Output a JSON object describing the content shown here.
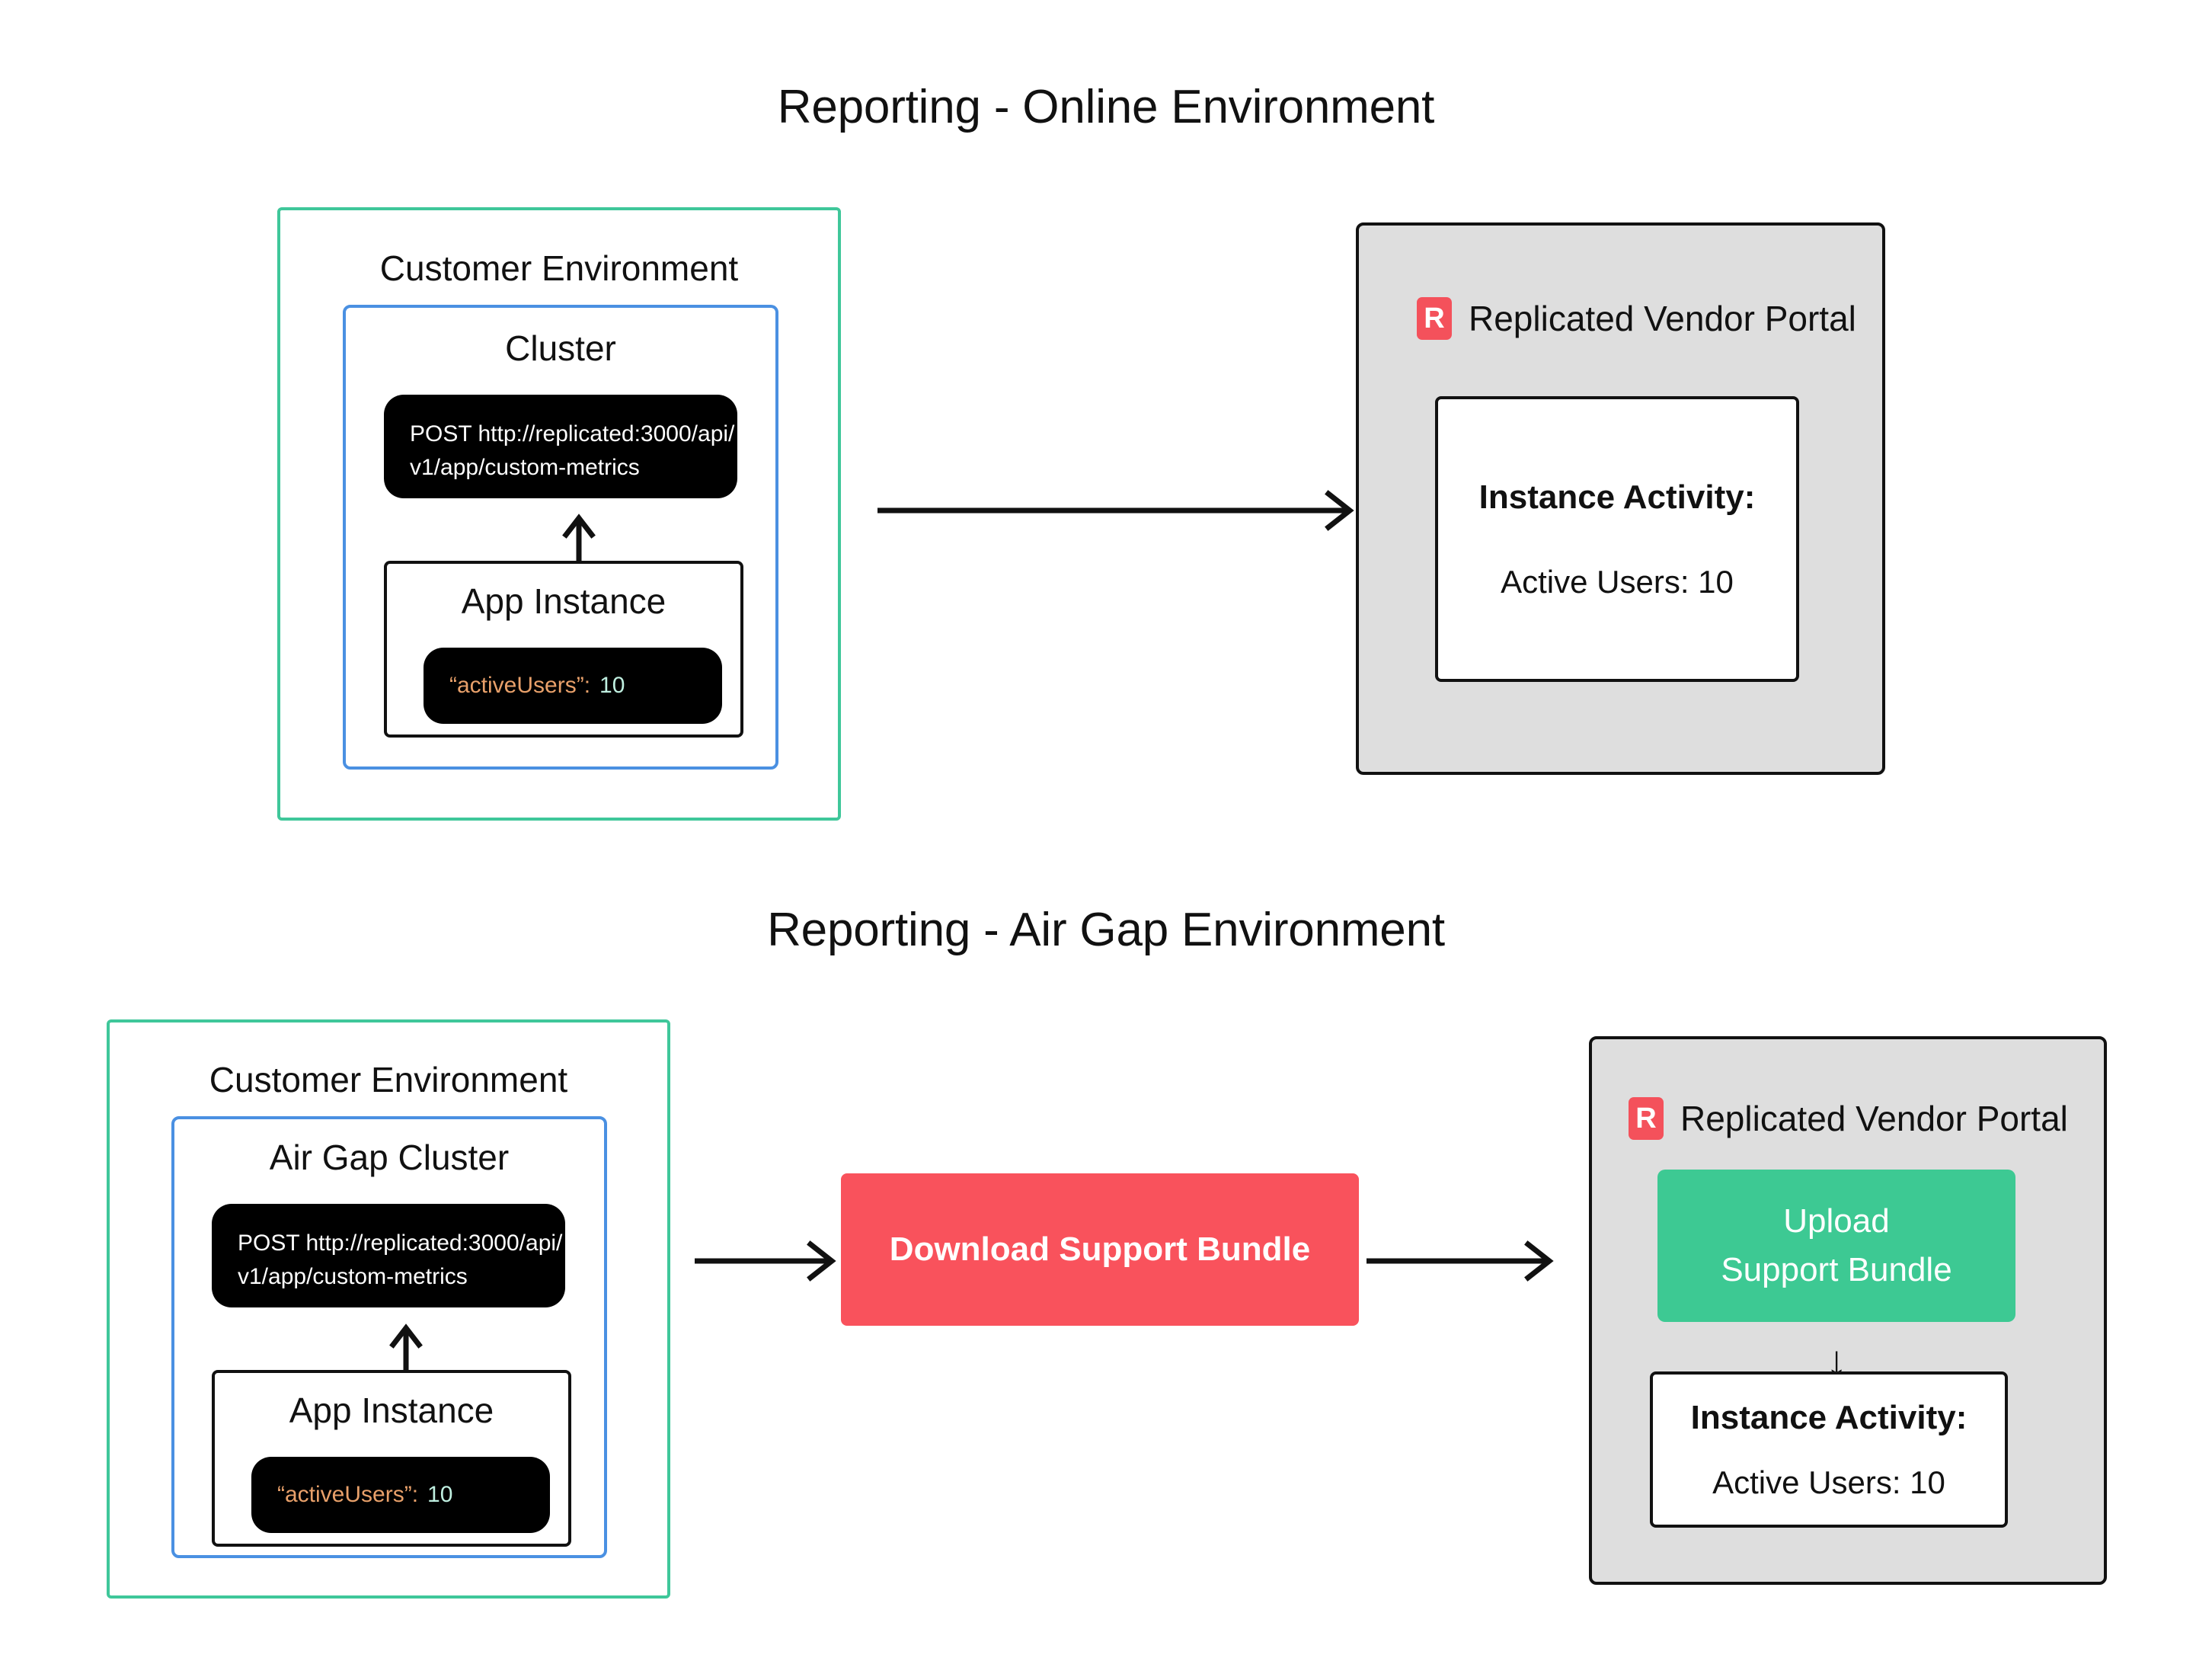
{
  "diagrams": [
    {
      "title": "Reporting - Online Environment",
      "env_label": "Customer Environment",
      "cluster_label": "Cluster",
      "code_line_1": "POST http://replicated:3000/api/",
      "code_line_2": "v1/app/custom-metrics",
      "app_label": "App Instance",
      "json_key": "“activeUsers”:",
      "json_value": "10",
      "portal_logo_letter": "R",
      "portal_title": "Replicated Vendor Portal",
      "activity_title": "Instance Activity:",
      "activity_value": "Active Users: 10"
    },
    {
      "title": "Reporting - Air Gap Environment",
      "env_label": "Customer Environment",
      "cluster_label": "Air Gap Cluster",
      "code_line_1": "POST http://replicated:3000/api/",
      "code_line_2": "v1/app/custom-metrics",
      "app_label": "App Instance",
      "json_key": "“activeUsers”:",
      "json_value": "10",
      "download_button": "Download Support Bundle",
      "upload_line_1": "Upload",
      "upload_line_2": "Support Bundle",
      "portal_logo_letter": "R",
      "portal_title": "Replicated Vendor Portal",
      "activity_title": "Instance Activity:",
      "activity_value": "Active Users: 10",
      "down_arrow_glyph": "↓"
    }
  ],
  "colors": {
    "env_border": "#3FC79A",
    "cluster_border": "#4A90E2",
    "portal_background": "#DEDEDE",
    "portal_border": "#111111",
    "logo_red": "#F4515B",
    "action_red": "#F9525C",
    "action_green": "#3DC993",
    "code_background": "#000000",
    "json_key_color": "#E8A06A",
    "json_value_color": "#BFEFE0",
    "page_background": "#FFFFFF",
    "text": "#111111"
  }
}
